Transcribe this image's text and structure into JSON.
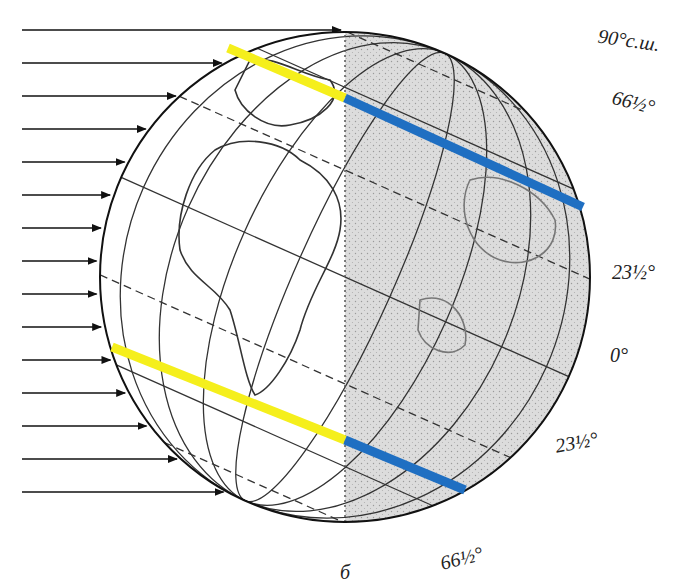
{
  "diagram": {
    "labels": [
      "90°с.ш.",
      "66½°",
      "23½°",
      "0°",
      "23½°",
      "66½°",
      "б"
    ]
  }
}
